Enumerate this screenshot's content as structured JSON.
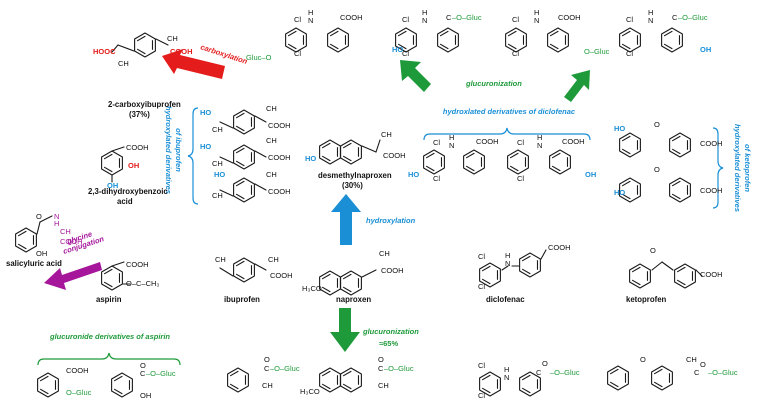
{
  "compounds": {
    "ibuprofen": "ibuprofen",
    "carboxyibuprofen": "2-carboxyibuprofen",
    "carboxyibuprofen_pct": "(37%)",
    "dihydroxybenzoic": "2,3-dihydroxybenzoic",
    "dihydroxybenzoic_line2": "acid",
    "salicyluric": "salicyluric acid",
    "aspirin": "aspirin",
    "naproxen": "naproxen",
    "desmethylnaproxen": "desmethylnaproxen",
    "desmethylnaproxen_pct": "(30%)",
    "diclofenac": "diclofenac",
    "ketoprofen": "ketoprofen"
  },
  "arrows": {
    "carboxylation": "carboxylation",
    "glycine_1": "glycine",
    "glycine_2": "conjugation",
    "hydroxylation": "hydroxylation",
    "glucuronization_top": "glucuronization",
    "glucuronization_bottom": "glucuronization",
    "glucuronization_pct": "≈65%"
  },
  "braces": {
    "hydroxy_ibuprofen_1": "hydroxylated derivatives",
    "hydroxy_ibuprofen_2": "of ibuprofen",
    "hydroxy_diclofenac": "hydroxlated derivatives of diclofenac",
    "hydroxy_ketoprofen_1": "hydroxylated derivatives",
    "hydroxy_ketoprofen_2": "of ketoprofen",
    "glucuronide_aspirin": "glucuronide derivatives of aspirin"
  },
  "atoms": {
    "cooh": "COOH",
    "ch3": "CH",
    "three": "3",
    "ho": "HO",
    "oh": "OH",
    "cl": "Cl",
    "n": "N",
    "h": "H",
    "o": "O",
    "c": "C",
    "gluc": "Gluc",
    "gluc_o": "Gluc–O",
    "o_gluc": "O–Gluc",
    "o_c_o_gluc": "–O–Gluc",
    "h3co": "H₃CO",
    "hooc": "HOOC",
    "o_ch3_acetyl": "O–C–CH₃",
    "c_double_o": "C=O"
  },
  "colors": {
    "blue": "#1a8fd6",
    "green": "#1e9a3a",
    "red": "#e41c1c",
    "magenta": "#a5169b"
  }
}
